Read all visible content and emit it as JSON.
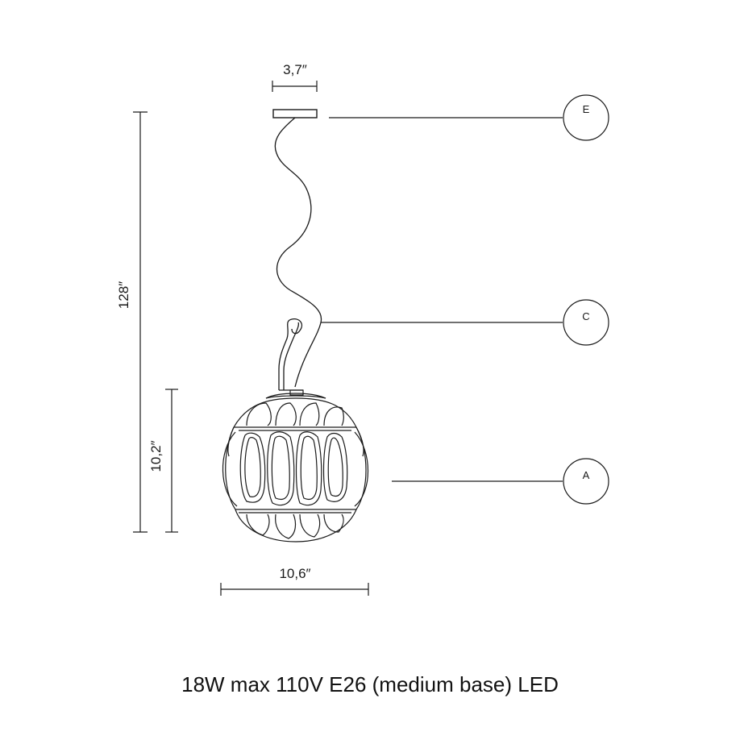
{
  "dimensions": {
    "canopy_width": "3,7″",
    "overall_height": "128″",
    "shade_height": "10,2″",
    "shade_width": "10,6″"
  },
  "callouts": {
    "canopy": "E",
    "cable": "C",
    "shade": "A"
  },
  "caption": "18W max 110V E26 (medium base) LED",
  "colors": {
    "line": "#1a1a1a",
    "background": "#ffffff"
  }
}
